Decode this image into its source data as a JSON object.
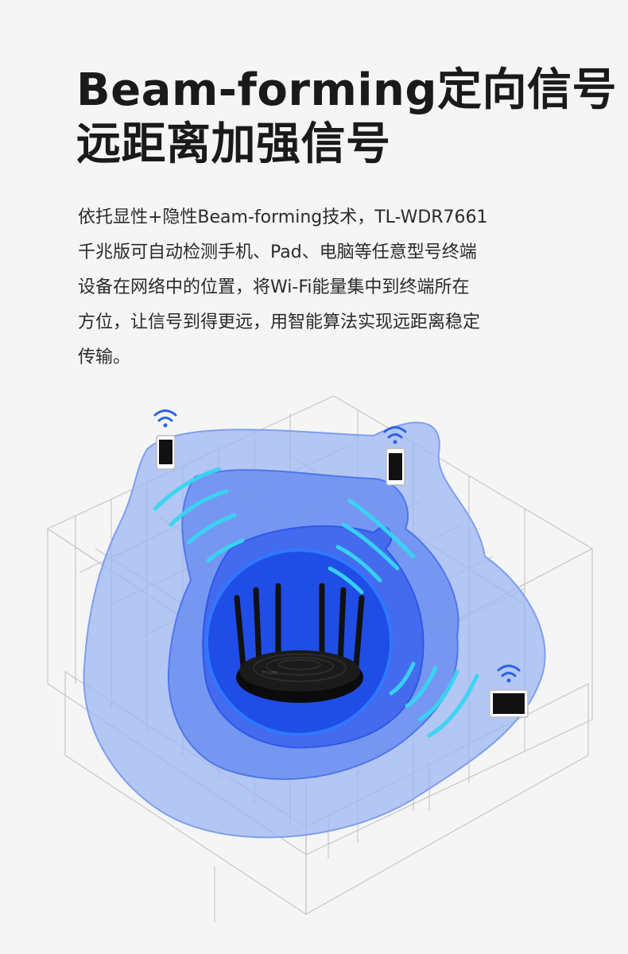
{
  "headline": {
    "line1": "Beam-forming定向信号",
    "line2": "远距离加强信号"
  },
  "description": {
    "lines": [
      "依托显性+隐性Beam-forming技术，TL-WDR7661",
      "千兆版可自动检测手机、Pad、电脑等任意型号终端",
      "设备在网络中的位置，将Wi-Fi能量集中到终端所在",
      "方位，让信号到得更远，用智能算法实现远距离稳定",
      "传输。"
    ]
  },
  "illustration": {
    "router_brand": "TP-LINK",
    "colors": {
      "outer_zone": "#9db6f2",
      "middle_zone": "#6b8ef0",
      "inner_zone": "#3f66ec",
      "core_zone": "#1f4de6",
      "beam": "#37d6f2",
      "wifi_icon": "#2a62e8",
      "floorplan_line": "#c8c8c8"
    },
    "icons": [
      "wifi-icon",
      "smartphone-icon",
      "tablet-icon",
      "laptop-icon",
      "router-icon"
    ]
  }
}
